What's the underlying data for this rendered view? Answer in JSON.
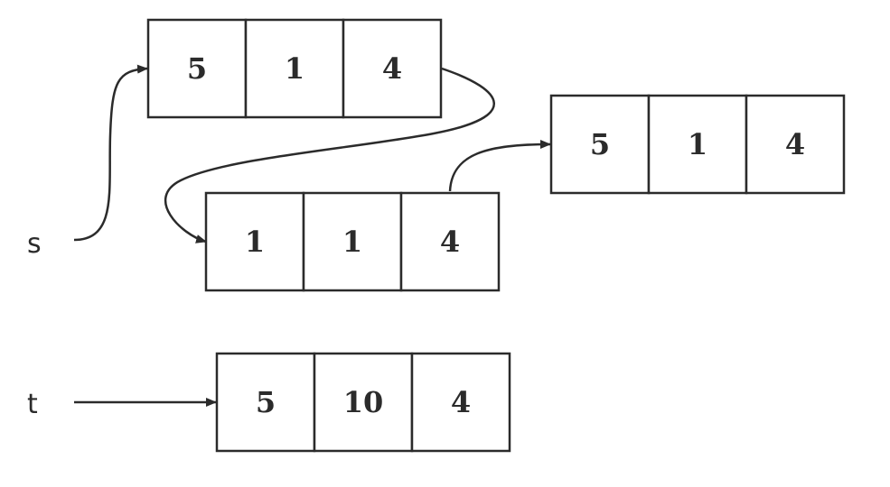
{
  "labels": {
    "s": "s",
    "t": "t"
  },
  "arrays": {
    "top": [
      "5",
      "1",
      "4"
    ],
    "right": [
      "5",
      "1",
      "4"
    ],
    "middle": [
      "1",
      "1",
      "4"
    ],
    "bottom": [
      "5",
      "10",
      "4"
    ]
  },
  "colors": {
    "stroke": "#2b2b2b",
    "background": "#ffffff"
  }
}
